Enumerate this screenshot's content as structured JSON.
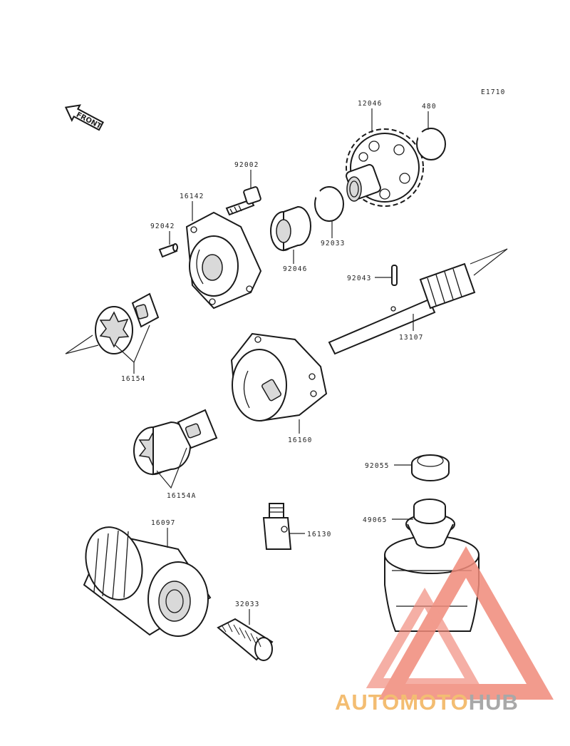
{
  "diagram": {
    "ref_code": "E1710",
    "front_label": "FRONT",
    "parts": [
      {
        "number": "12046"
      },
      {
        "number": "480"
      },
      {
        "number": "92002"
      },
      {
        "number": "16142"
      },
      {
        "number": "92042"
      },
      {
        "number": "92033"
      },
      {
        "number": "92046"
      },
      {
        "number": "92043"
      },
      {
        "number": "13107"
      },
      {
        "number": "16154"
      },
      {
        "number": "16160"
      },
      {
        "number": "92055"
      },
      {
        "number": "16154A"
      },
      {
        "number": "16097"
      },
      {
        "number": "16130"
      },
      {
        "number": "49065"
      },
      {
        "number": "32033"
      }
    ]
  },
  "watermark": {
    "brand_part1": "AUTOMOTO",
    "brand_part2": "HUB",
    "color_primary": "#f08a7a",
    "color_secondary": "#f2b25a",
    "color_tertiary": "#9a9a9a"
  }
}
